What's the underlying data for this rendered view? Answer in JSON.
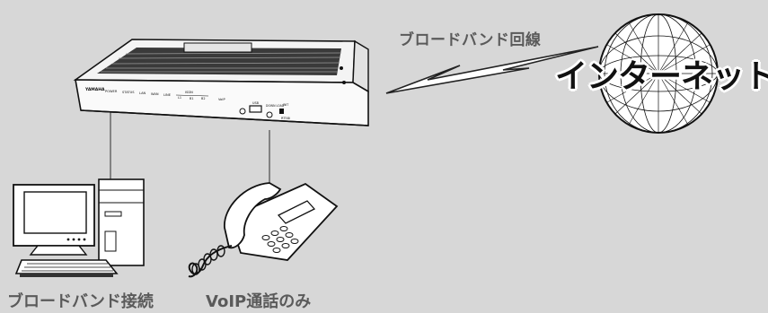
{
  "labels": {
    "broadband_line": "ブロードバンド回線",
    "internet": "インターネット",
    "pc_label": "ブロードバンド接続",
    "phone_label": "VoIP通話のみ"
  },
  "router_panel": {
    "brand": "YAMAHA",
    "indicators": [
      "POWER",
      "STATUS",
      "LAN",
      "WAN",
      "LINE",
      "ISDN",
      "VoIP"
    ],
    "isdn_sub": [
      "L1",
      "B1",
      "B2"
    ],
    "usb": "USB",
    "download": "DOWN LOAD",
    "init": "INIT",
    "model": "RT58i"
  },
  "colors": {
    "background": "#d7d7d7",
    "label_gray": "#5a5a5a",
    "line": "#111111"
  }
}
